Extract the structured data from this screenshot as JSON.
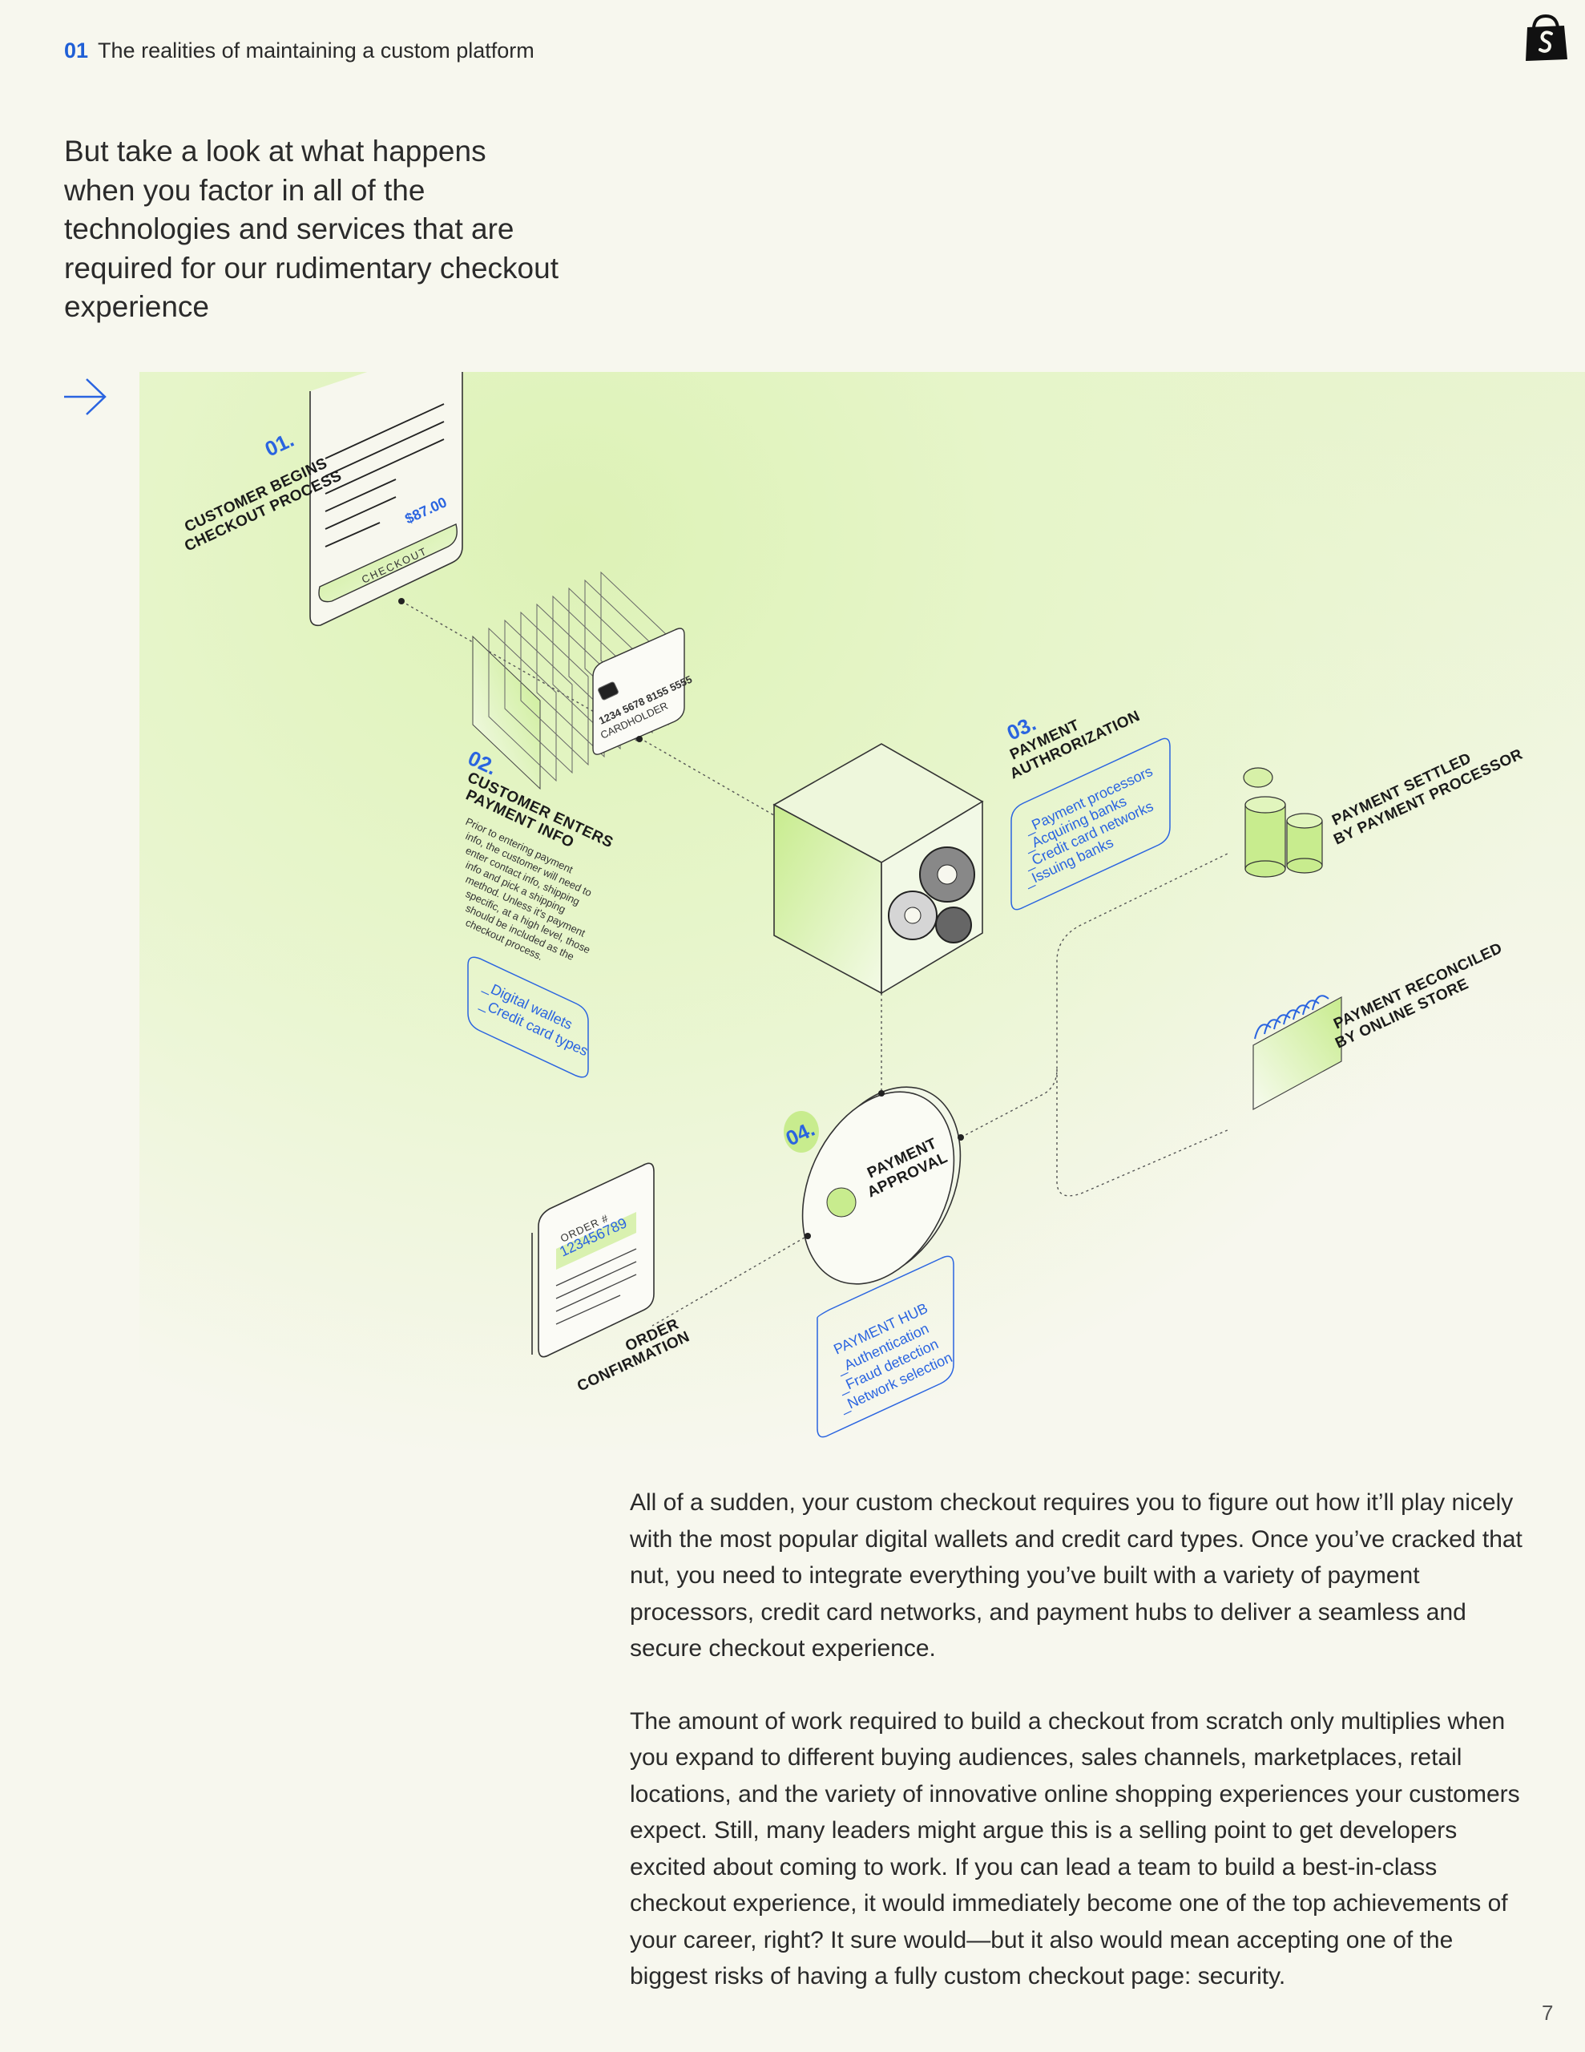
{
  "header": {
    "section_number": "01",
    "section_title": "The realities of maintaining a custom platform"
  },
  "logo_icon": "shopping-bag-logo",
  "intro": "But take a look at what happens when you factor in all of the technologies and services that are required for our rudimentary checkout experience",
  "diagram": {
    "step1": {
      "number": "01.",
      "title_line1": "CUSTOMER BEGINS",
      "title_line2": "CHECKOUT PROCESS",
      "price": "$87.00",
      "button": "CHECKOUT"
    },
    "card": {
      "number": "1234 5678 8155 5555",
      "name": "CARDHOLDER"
    },
    "step2": {
      "number": "02.",
      "title_line1": "CUSTOMER ENTERS",
      "title_line2": "PAYMENT INFO",
      "desc_lines": [
        "Prior to entering payment",
        "info, the customer will need to",
        "enter contact info, shipping",
        "info and pick a shipping",
        "method. Unless it's payment",
        "specific, at a high level, those",
        "should be included as the",
        "checkout process."
      ],
      "items": [
        "_Digital wallets",
        "_Credit card types"
      ]
    },
    "step3": {
      "number": "03.",
      "title_line1": "PAYMENT",
      "title_line2": "AUTHRORIZATION",
      "items": [
        "_Payment processors",
        "_Acquiring banks",
        "_Credit card networks",
        "_Issuing banks"
      ]
    },
    "settled_line1": "PAYMENT SETTLED",
    "settled_line2": "BY PAYMENT PROCESSOR",
    "reconciled_line1": "PAYMENT RECONCILED",
    "reconciled_line2": "BY ONLINE STORE",
    "step4": {
      "number": "04.",
      "title_line1": "PAYMENT",
      "title_line2": "APPROVAL",
      "items": [
        "PAYMENT HUB",
        "_Authentication",
        "_Fraud detection",
        "_Network selection"
      ]
    },
    "order": {
      "label": "ORDER #",
      "number": "123456789",
      "title_line1": "ORDER",
      "title_line2": "CONFIRMATION"
    }
  },
  "body_paragraphs": [
    "All of a sudden, your custom checkout requires you to figure out how it’ll play nicely with the most popular digital wallets and credit card types. Once you’ve cracked that nut, you need to integrate everything you’ve built with a variety of payment processors, credit card networks, and payment hubs to deliver a seamless and secure checkout experience.",
    "The amount of work required to build a checkout from scratch only multiplies when you expand to different buying audiences, sales channels, marketplaces, retail locations, and the variety of innovative online shopping experiences your customers expect. Still, many leaders might argue this is a selling point to get developers excited about coming to work. If you can lead a team to build a best-in-class checkout experience, it would immediately become one of the top achievements of your career, right? It sure would—but it also would mean accepting one of the biggest risks of having a fully custom checkout page: security."
  ],
  "page_number": "7",
  "colors": {
    "accent_blue": "#2a64e0",
    "accent_green": "#c8ec8e",
    "background": "#f7f7ee"
  }
}
